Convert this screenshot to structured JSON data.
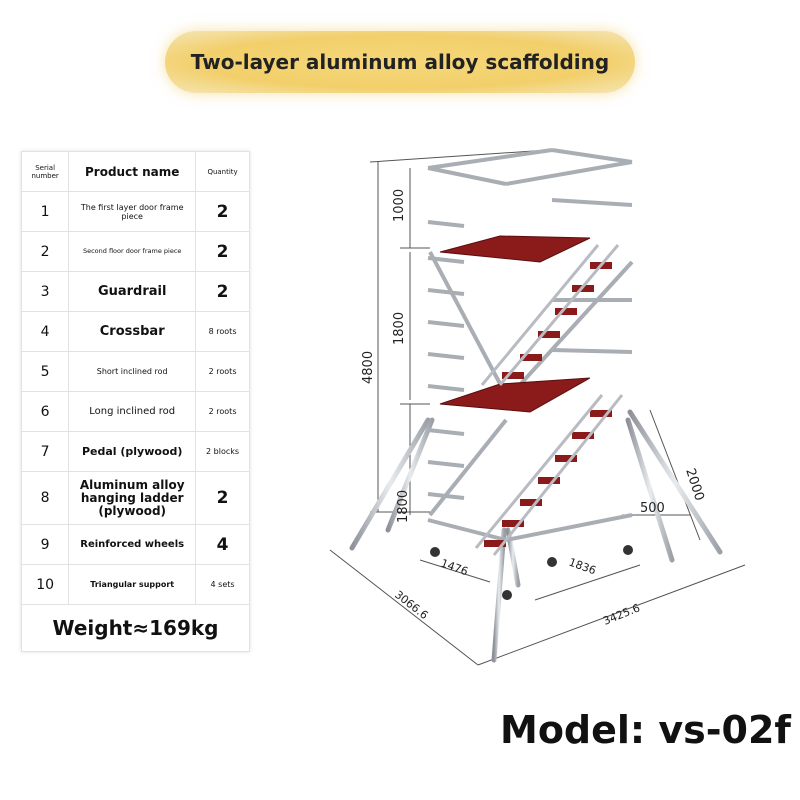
{
  "title": "Two-layer aluminum alloy scaffolding",
  "table": {
    "headers": {
      "serial": "Serial number",
      "product": "Product name",
      "quantity": "Quantity"
    },
    "rows": [
      {
        "serial": "1",
        "name": "The first layer door frame piece",
        "qty": "2"
      },
      {
        "serial": "2",
        "name": "Second floor door frame piece",
        "qty": "2"
      },
      {
        "serial": "3",
        "name": "Guardrail",
        "qty": "2"
      },
      {
        "serial": "4",
        "name": "Crossbar",
        "qty": "8 roots"
      },
      {
        "serial": "5",
        "name": "Short inclined rod",
        "qty": "2 roots"
      },
      {
        "serial": "6",
        "name": "Long inclined rod",
        "qty": "2 roots"
      },
      {
        "serial": "7",
        "name": "Pedal (plywood)",
        "qty": "2 blocks"
      },
      {
        "serial": "8",
        "name": "Aluminum alloy hanging ladder (plywood)",
        "qty": "2"
      },
      {
        "serial": "9",
        "name": "Reinforced wheels",
        "qty": "4"
      },
      {
        "serial": "10",
        "name": "Triangular support",
        "qty": "4 sets"
      }
    ],
    "weight": "Weight≈169kg"
  },
  "dimensions": {
    "top_height": "1000",
    "mid_height": "1800",
    "total_height": "4800",
    "bottom_height": "1800",
    "outrigger": "2000",
    "offset": "500",
    "width": "1476",
    "length": "1836",
    "base_width": "3066.6",
    "base_length": "3425.6"
  },
  "model": "Model: vs-02f",
  "colors": {
    "banner": "#f2cf6a",
    "platform": "#8b1a1a",
    "metal": "#b8bcc2"
  }
}
